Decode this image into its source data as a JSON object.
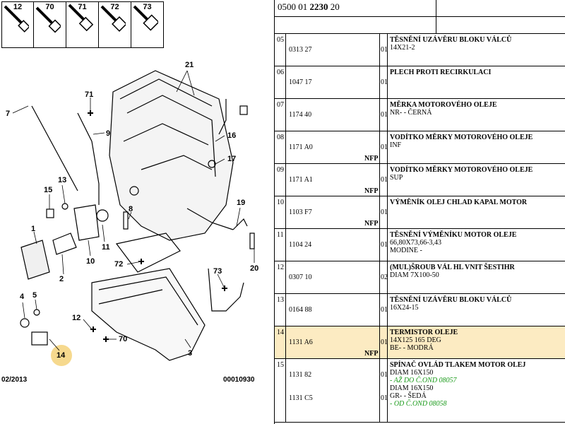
{
  "header": {
    "code_prefix": "0500 01 ",
    "code_bold": "2230",
    "code_suffix": " 20"
  },
  "diagram": {
    "thumbnails": [
      "12",
      "70",
      "71",
      "72",
      "73"
    ],
    "callouts": [
      "21",
      "7",
      "71",
      "9",
      "16",
      "17",
      "13",
      "15",
      "8",
      "19",
      "1",
      "11",
      "10",
      "20",
      "2",
      "72",
      "73",
      "3",
      "4",
      "5",
      "12",
      "70",
      "14"
    ],
    "date": "02/2013",
    "ref": "00010930",
    "highlight": "14"
  },
  "rows": [
    {
      "idx": "05",
      "ref": "0313 27",
      "qty": "01",
      "nfp": "",
      "title": "TĚSNĚNÍ UZÁVĚRU BLOKU VÁLCŮ",
      "lines": [
        "14X21-2"
      ]
    },
    {
      "idx": "06",
      "ref": "1047 17",
      "qty": "01",
      "nfp": "",
      "title": "PLECH PROTI RECIRKULACI",
      "lines": []
    },
    {
      "idx": "07",
      "ref": "1174 40",
      "qty": "01",
      "nfp": "",
      "title": "MĚRKA MOTOROVÉHO OLEJE",
      "lines": [
        "NR- - ČERNÁ"
      ]
    },
    {
      "idx": "08",
      "ref": "1171 A0",
      "qty": "01",
      "nfp": "NFP",
      "title": "VODÍTKO MĚRKY MOTOROVÉHO OLEJE",
      "lines": [
        "INF"
      ]
    },
    {
      "idx": "09",
      "ref": "1171 A1",
      "qty": "01",
      "nfp": "NFP",
      "title": "VODÍTKO MĚRKY MOTOROVÉHO OLEJE",
      "lines": [
        "SUP"
      ]
    },
    {
      "idx": "10",
      "ref": "1103 F7",
      "qty": "01",
      "nfp": "NFP",
      "title": "VÝMĚNÍK OLEJ CHLAD KAPAL MOTOR",
      "lines": []
    },
    {
      "idx": "11",
      "ref": "1104 24",
      "qty": "01",
      "nfp": "",
      "title": "TĚSNĚNÍ VÝMĚNÍKU MOTOR OLEJE",
      "lines": [
        "66,80X73,66-3,43",
        "MODINE -"
      ]
    },
    {
      "idx": "12",
      "ref": "0307 10",
      "qty": "02",
      "nfp": "",
      "title": "(MUL)ŠROUB VÁL HL VNIT ŠESTIHR",
      "lines": [
        "DIAM 7X100-50"
      ]
    },
    {
      "idx": "13",
      "ref": "0164 88",
      "qty": "01",
      "nfp": "",
      "title": "TĚSNĚNÍ UZÁVĚRU BLOKU VÁLCŮ",
      "lines": [
        "16X24-15"
      ]
    },
    {
      "idx": "14",
      "ref": "1131 A6",
      "qty": "01",
      "nfp": "NFP",
      "title": "TERMISTOR OLEJE",
      "lines": [
        "14X125 165 DEG",
        "BE- - MODRÁ"
      ],
      "highlight": true
    },
    {
      "idx": "15",
      "ref": "1131 82",
      "qty": "01",
      "nfp": "",
      "title": "SPÍNAČ OVLÁD TLAKEM MOTOR OLEJ",
      "lines": [
        "DIAM 16X150"
      ],
      "green": "- AŽ DO Č.OND 08057",
      "ref2": "1131 C5",
      "qty2": "01",
      "lines2": [
        "DIAM 16X150",
        "GR- - ŠEDÁ"
      ],
      "green2": "- OD Č.OND 08058"
    }
  ],
  "colors": {
    "highlight": "#fcebc2",
    "highlight_circle": "#f6d98e",
    "green_note": "#1a9a1a"
  }
}
